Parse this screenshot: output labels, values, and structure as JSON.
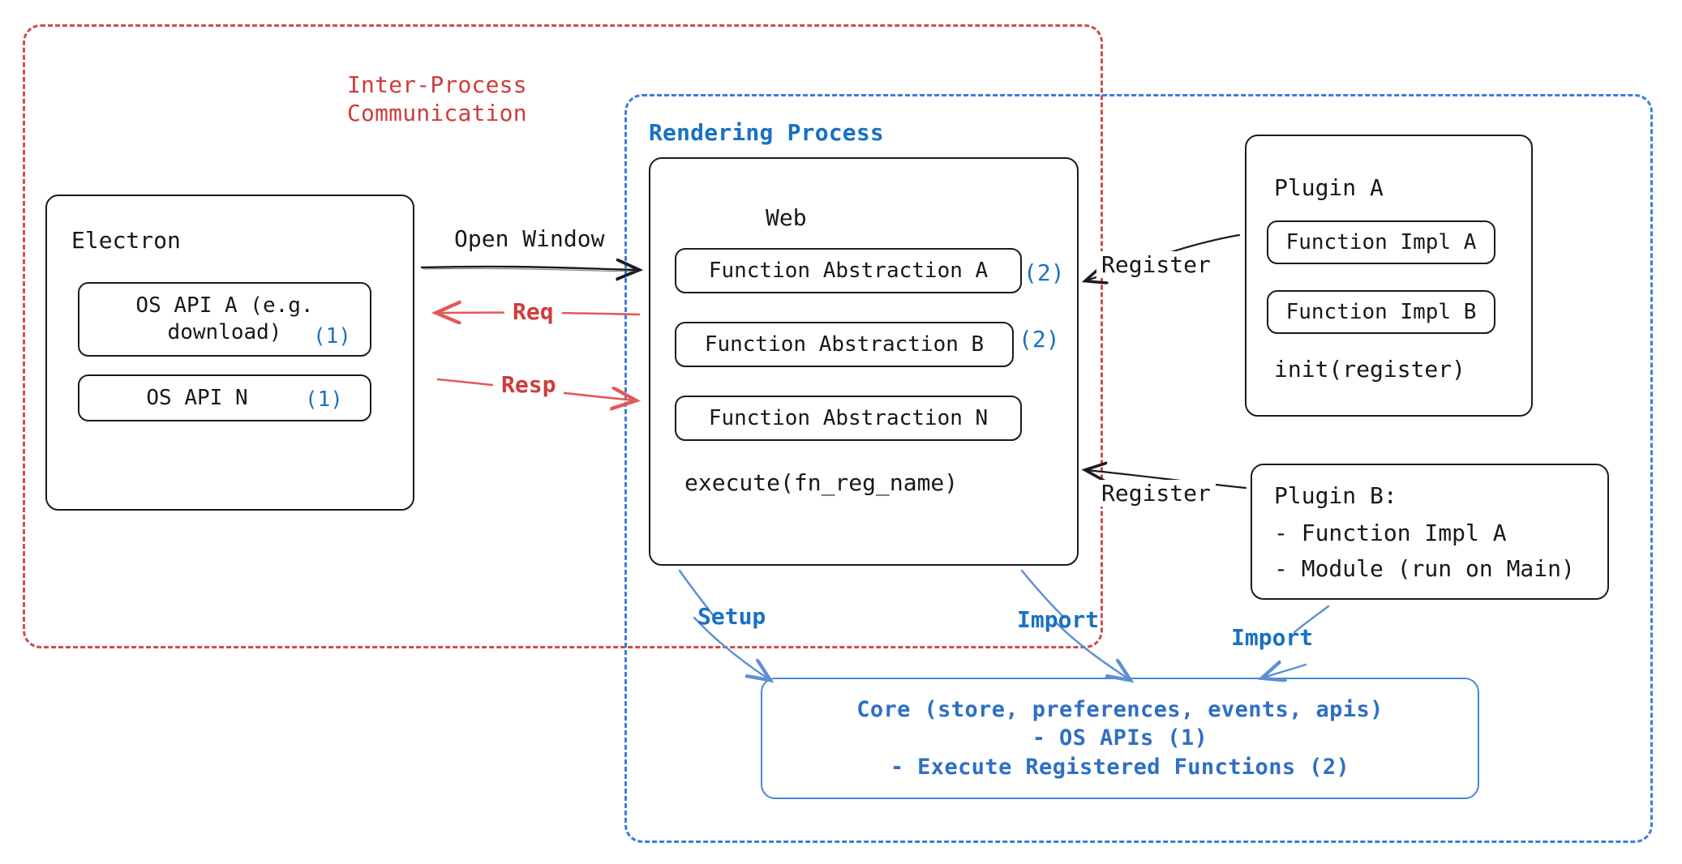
{
  "colors": {
    "ipc_border": "#d24b4b",
    "render_border": "#3b7ddd",
    "accent_blue": "#1971c2",
    "accent_red": "#cf3c3c",
    "ink": "#16181c",
    "core_blue": "#2f6fc4",
    "core_border": "#4a86d4",
    "arrow_blue": "#5b8fd4",
    "arrow_black": "#1b1b1f",
    "arrow_red": "#e05a5a"
  },
  "groups": {
    "ipc": {
      "label_line1": "Inter-Process",
      "label_line2": "Communication"
    },
    "rendering": {
      "label": "Rendering Process"
    }
  },
  "electron": {
    "title": "Electron",
    "items": [
      {
        "text": "OS API A (e.g.\ndownload)",
        "marker": "(1)"
      },
      {
        "text": "OS API N",
        "marker": "(1)"
      }
    ]
  },
  "web": {
    "title": "Web",
    "items": [
      {
        "text": "Function Abstraction A",
        "marker": "(2)"
      },
      {
        "text": "Function Abstraction B",
        "marker": "(2)"
      },
      {
        "text": "Function Abstraction N",
        "marker": ""
      }
    ],
    "footer": "execute(fn_reg_name)"
  },
  "plugin_a": {
    "title": "Plugin A",
    "items": [
      "Function Impl A",
      "Function Impl B"
    ],
    "footer": "init(register)"
  },
  "plugin_b": {
    "title": "Plugin B:",
    "items": [
      "- Function Impl A",
      "- Module (run on Main)"
    ]
  },
  "core": {
    "lines": [
      "Core (store, preferences, events, apis)",
      "- OS APIs (1)",
      "- Execute Registered Functions (2)"
    ]
  },
  "arrows": {
    "open_window": "Open Window",
    "req": "Req",
    "resp": "Resp",
    "register_top": "Register",
    "register_bottom": "Register",
    "setup": "Setup",
    "import_web": "Import",
    "import_plugin_b": "Import"
  }
}
